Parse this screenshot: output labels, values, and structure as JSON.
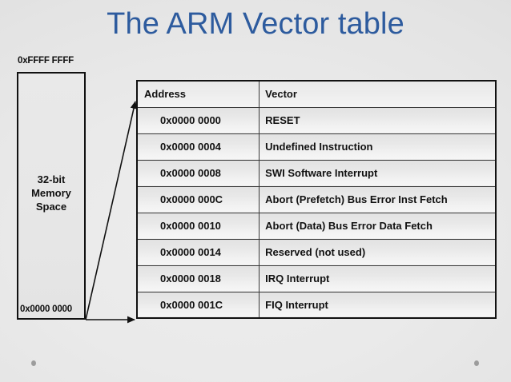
{
  "slide": {
    "title": "The ARM Vector table",
    "title_color": "#2d5b9e",
    "background_color": "#e9e9e9"
  },
  "memory_diagram": {
    "top_address_label": "0xFFFF FFFF",
    "bottom_address_label": "0x0000 0000",
    "center_label_line1": "32-bit",
    "center_label_line2": "Memory",
    "center_label_line3": "Space",
    "border_color": "#111111"
  },
  "vector_table": {
    "columns": [
      "Address",
      "Vector"
    ],
    "rows": [
      {
        "address": "0x0000 0000",
        "vector": "RESET"
      },
      {
        "address": "0x0000 0004",
        "vector": "Undefined Instruction"
      },
      {
        "address": "0x0000 0008",
        "vector": "SWI Software Interrupt"
      },
      {
        "address": "0x0000 000C",
        "vector": "Abort (Prefetch) Bus Error Inst Fetch"
      },
      {
        "address": "0x0000 0010",
        "vector": "Abort (Data) Bus Error Data Fetch"
      },
      {
        "address": "0x0000 0014",
        "vector": "Reserved (not used)"
      },
      {
        "address": "0x0000 0018",
        "vector": "IRQ Interrupt"
      },
      {
        "address": "0x0000 001C",
        "vector": "FIQ Interrupt"
      }
    ]
  },
  "decorations": {
    "dot_color": "#8e8e8e"
  }
}
